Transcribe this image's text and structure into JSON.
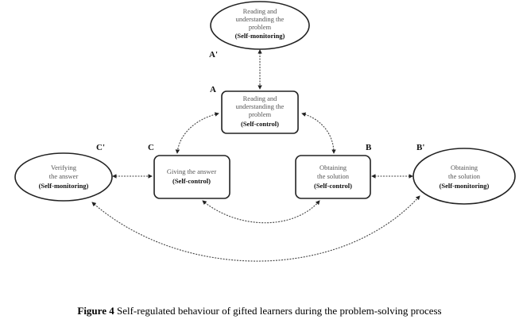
{
  "nodes": {
    "a_prime": {
      "label": "A'",
      "shape": "ellipse",
      "lines": [
        "Reading and",
        "understanding  the",
        "problem"
      ],
      "bold": "(Self-monitoring)"
    },
    "a": {
      "label": "A",
      "shape": "rounded-rect",
      "lines": [
        "Reading and",
        "understanding  the",
        "problem"
      ],
      "bold": "(Self-control)"
    },
    "b": {
      "label": "B",
      "shape": "rounded-rect",
      "lines": [
        "Obtaining",
        "the solution"
      ],
      "bold": "(Self-control)"
    },
    "b_prime": {
      "label": "B'",
      "shape": "ellipse",
      "lines": [
        "Obtaining",
        "the solution"
      ],
      "bold": "(Self-monitoring)"
    },
    "c": {
      "label": "C",
      "shape": "rounded-rect",
      "lines": [
        "Giving the answer"
      ],
      "bold": "(Self-control)"
    },
    "c_prime": {
      "label": "C'",
      "shape": "ellipse",
      "lines": [
        "Verifying",
        "the answer"
      ],
      "bold": "(Self-monitoring)"
    }
  },
  "edges": [
    {
      "from": "a_prime",
      "to": "a",
      "style": "dotted",
      "arrows": "both"
    },
    {
      "from": "a",
      "to": "c",
      "style": "dotted-curved",
      "arrows": "both"
    },
    {
      "from": "a",
      "to": "b",
      "style": "dotted-curved",
      "arrows": "both"
    },
    {
      "from": "c",
      "to": "b",
      "style": "dotted-curved",
      "arrows": "both"
    },
    {
      "from": "c_prime",
      "to": "c",
      "style": "dotted",
      "arrows": "both"
    },
    {
      "from": "b",
      "to": "b_prime",
      "style": "dotted",
      "arrows": "both"
    },
    {
      "from": "c_prime",
      "to": "b_prime",
      "style": "dotted-curved",
      "arrows": "both"
    }
  ],
  "caption": {
    "prefix": "Figure 4",
    "text": " Self-regulated behaviour of gifted learners during the problem-solving process"
  }
}
